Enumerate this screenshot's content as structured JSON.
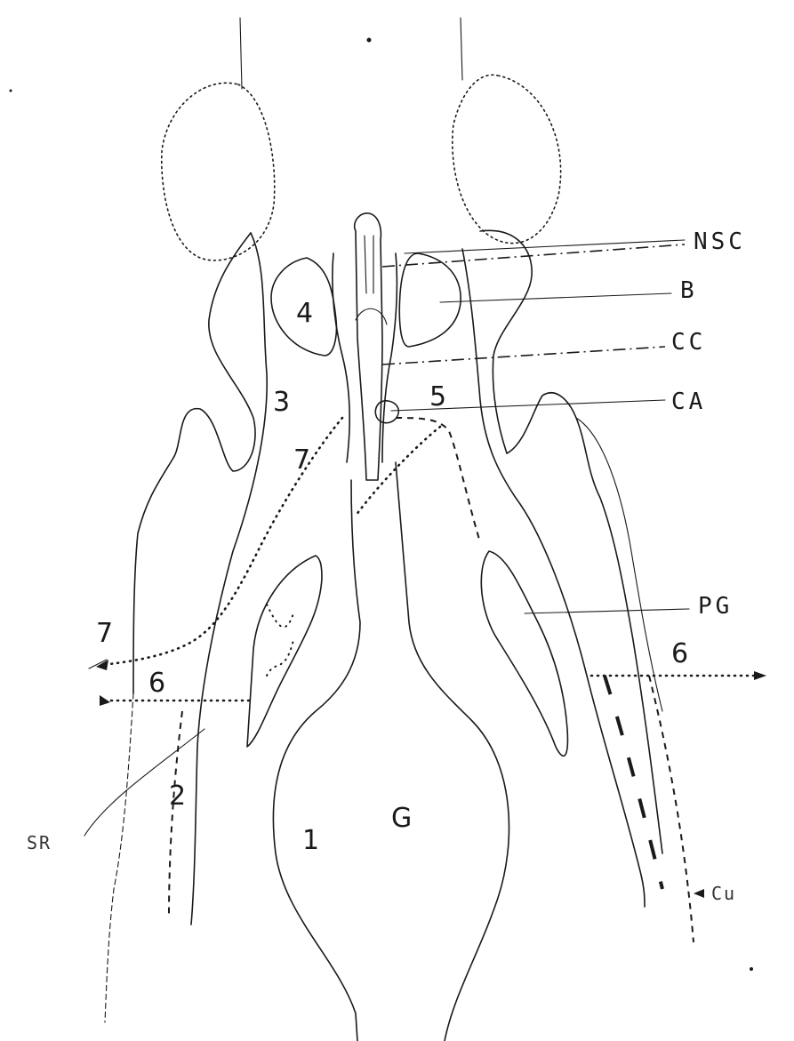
{
  "labels": {
    "nsc": "NSC",
    "b": "B",
    "cc": "CC",
    "ca": "CA",
    "pg": "PG",
    "g": "G",
    "sr": "SR",
    "cu": "Cu"
  },
  "numbers": {
    "n1": "1",
    "n2": "2",
    "n3": "3",
    "n4": "4",
    "n5": "5",
    "n6_left": "6",
    "n6_right": "6",
    "n7_upper": "7",
    "n7_left": "7"
  }
}
